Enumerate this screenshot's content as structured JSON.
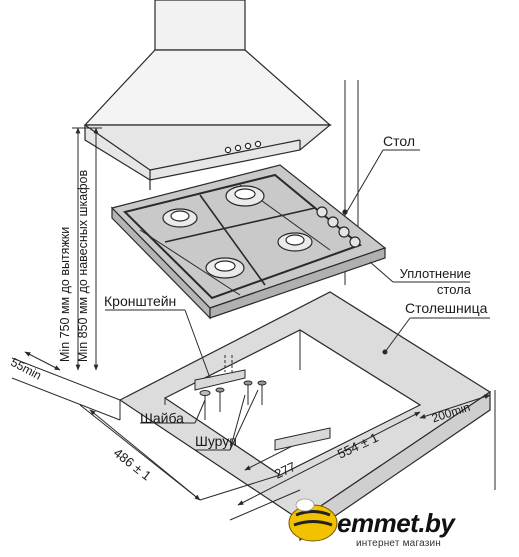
{
  "labels": {
    "countertop_surface": "Стол",
    "seal_line1": "Уплотнение",
    "seal_line2": "стола",
    "worktop": "Столешница",
    "bracket": "Кронштейн",
    "washer": "Шайба",
    "screw": "Шуруп"
  },
  "dimensions": {
    "hood_clearance": "Min 750 мм до вытяжки",
    "cabinet_clearance": "Min 850 мм до навесных шкафов",
    "edge_offset": "55min",
    "depth": "486 ± 1",
    "width": "554 ± 1",
    "bracket_offset": "277",
    "wall_offset": "200min"
  },
  "logo": {
    "name": "emmet.by",
    "tagline": "интернет магазин"
  },
  "colors": {
    "line": "#2a2a2a",
    "hob_surface": "#c9c9c9",
    "worktop": "#dcdcdc",
    "logo_accent": "#f2c200"
  }
}
